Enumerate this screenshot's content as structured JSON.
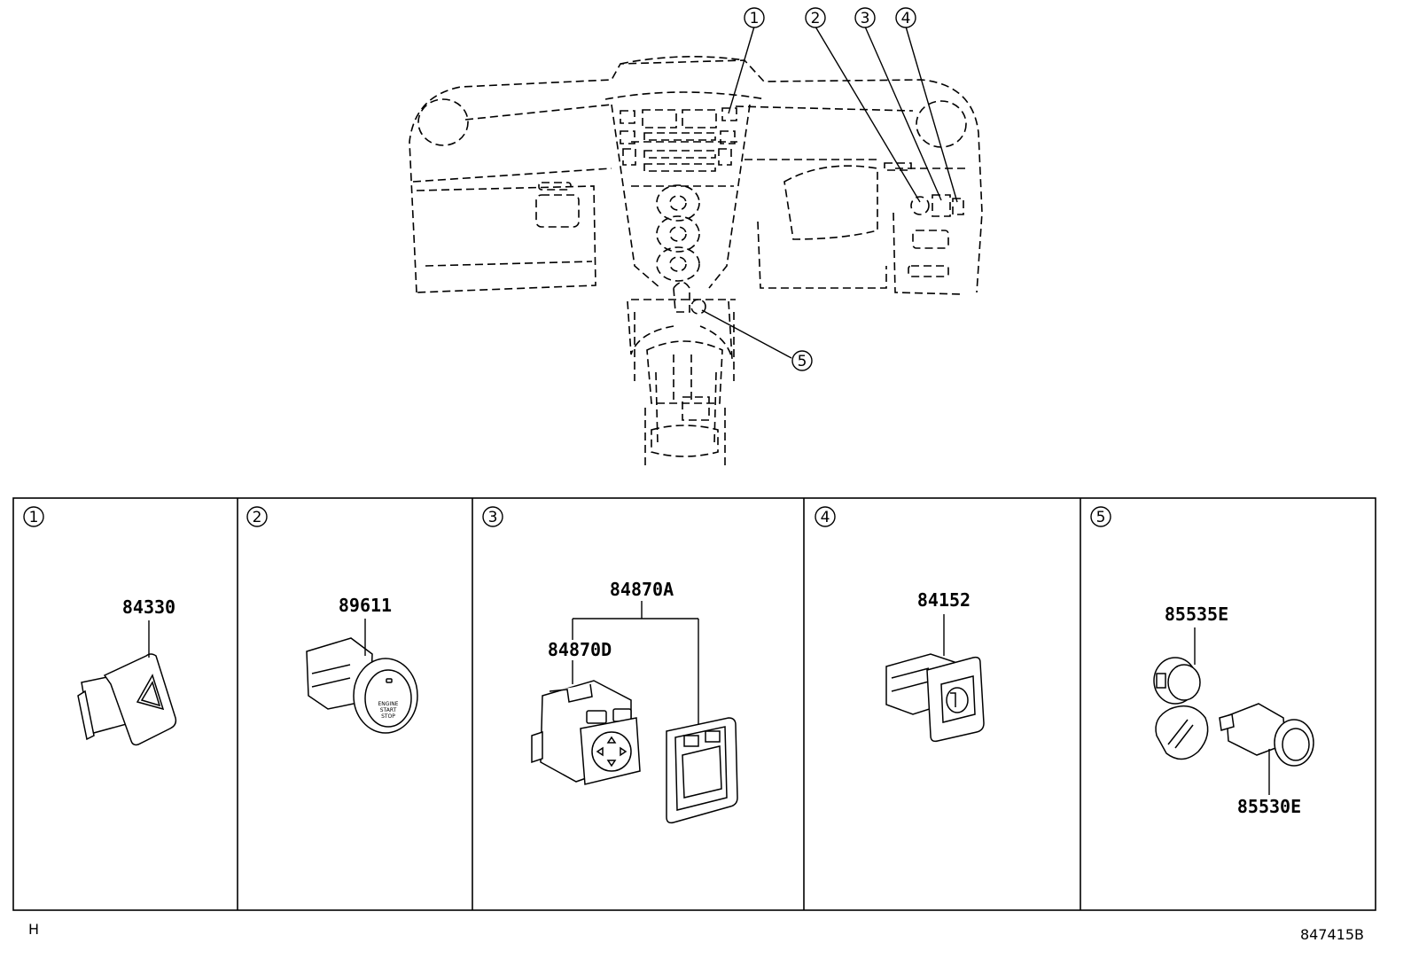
{
  "callouts": [
    "1",
    "2",
    "3",
    "4",
    "5"
  ],
  "panels": [
    {
      "index": "1",
      "parts": [
        "84330"
      ]
    },
    {
      "index": "2",
      "parts": [
        "89611"
      ]
    },
    {
      "index": "3",
      "parts": [
        "84870A",
        "84870D"
      ]
    },
    {
      "index": "4",
      "parts": [
        "84152"
      ]
    },
    {
      "index": "5",
      "parts": [
        "85535E",
        "85530E"
      ]
    }
  ],
  "icons": {
    "panel1": "hazard-switch-icon",
    "panel2": "engine-start-button-icon",
    "panel3": "mirror-switch-icon",
    "panel4": "headlamp-leveling-switch-icon",
    "panel5": "power-outlet-socket-icon"
  },
  "start_button_text": [
    "ENGINE",
    "START",
    "STOP"
  ],
  "footer": {
    "left": "H",
    "right": "847415B"
  }
}
